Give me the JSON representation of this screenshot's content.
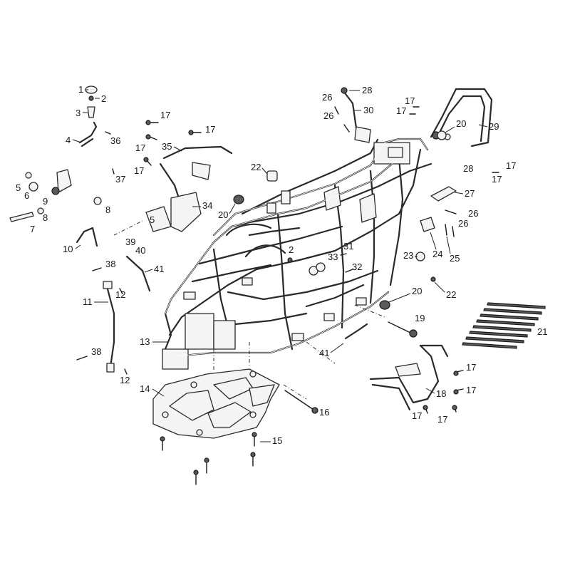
{
  "callouts": {
    "c1": "1",
    "c2": "2",
    "c2b": "2",
    "c3": "3",
    "c4": "4",
    "c5a": "5",
    "c5b": "5",
    "c6": "6",
    "c7": "7",
    "c8a": "8",
    "c8b": "8",
    "c9": "9",
    "c10": "10",
    "c11": "11",
    "c12a": "12",
    "c12b": "12",
    "c13": "13",
    "c14": "14",
    "c15": "15",
    "c16": "16",
    "c17a": "17",
    "c17b": "17",
    "c17c": "17",
    "c17d": "17",
    "c17e": "17",
    "c17f": "17",
    "c17g": "17",
    "c17h": "17",
    "c17i": "17",
    "c17j": "17",
    "c17k": "17",
    "c17l": "17",
    "c18": "18",
    "c19": "19",
    "c20a": "20",
    "c20b": "20",
    "c20c": "20",
    "c21": "21",
    "c22a": "22",
    "c22b": "22",
    "c23": "23",
    "c24": "24",
    "c25": "25",
    "c26a": "26",
    "c26b": "26",
    "c26c": "26",
    "c26d": "26",
    "c27": "27",
    "c28a": "28",
    "c28b": "28",
    "c29": "29",
    "c30": "30",
    "c31": "31",
    "c32": "32",
    "c33": "33",
    "c34": "34",
    "c35": "35",
    "c36": "36",
    "c37": "37",
    "c38a": "38",
    "c38b": "38",
    "c39": "39",
    "c40": "40",
    "c41a": "41",
    "c41b": "41"
  }
}
